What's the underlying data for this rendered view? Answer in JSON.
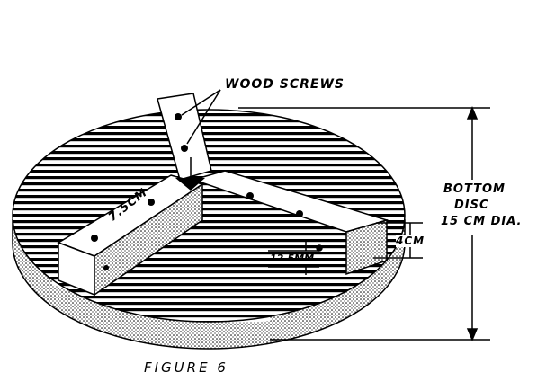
{
  "figure": {
    "caption": "FIGURE 6",
    "labels": {
      "screws": "WOOD SCREWS",
      "disc_line1": "BOTTOM",
      "disc_line2": "DISC",
      "disc_line3": "15 CM DIA.",
      "arm_length": "7.5CM",
      "arm_width": "12.5MM",
      "arm_height": "4CM"
    }
  }
}
